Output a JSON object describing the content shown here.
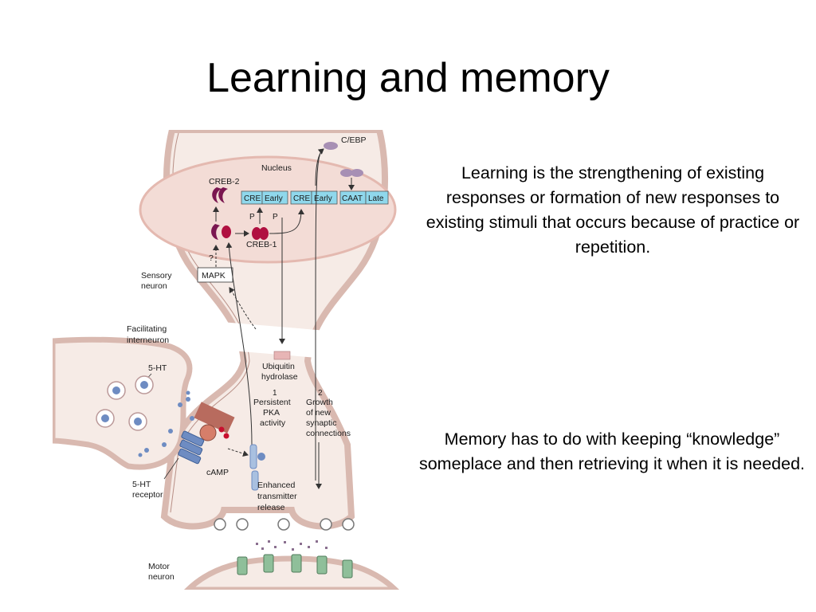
{
  "slide": {
    "title": "Learning and memory",
    "paragraph_1": "Learning is the strengthening of existing responses or formation of new responses to existing stimuli that occurs because of practice or repetition.",
    "paragraph_2": "Memory has to do with keeping “knowledge” someplace and then retrieving it when it is needed."
  },
  "diagram": {
    "labels": {
      "nucleus": "Nucleus",
      "creb2": "CREB-2",
      "cebp": "C/EBP",
      "creb1": "CREB-1",
      "p1": "P",
      "p2": "P",
      "question": "?",
      "mapk": "MAPK",
      "sensory_1": "Sensory",
      "sensory_2": "neuron",
      "facil_1": "Facilitating",
      "facil_2": "interneuron",
      "ht5": "5-HT",
      "ubiq_1": "Ubiquitin",
      "ubiq_2": "hydrolase",
      "pka_num": "1",
      "pka_1": "Persistent",
      "pka_2": "PKA",
      "pka_3": "activity",
      "growth_num": "2",
      "growth_1": "Growth",
      "growth_2": "of new",
      "growth_3": "synaptic",
      "growth_4": "connections",
      "camp": "cAMP",
      "receptor_1": "5-HT",
      "receptor_2": "receptor",
      "enh_1": "Enhanced",
      "enh_2": "transmitter",
      "enh_3": "release",
      "motor_1": "Motor",
      "motor_2": "neuron"
    },
    "gene_boxes": [
      "CRE",
      "Early",
      "CRE",
      "Early",
      "CAAT",
      "Late"
    ],
    "colors": {
      "membrane": "#e6cfc8",
      "cytoplasm": "#f6ebe6",
      "nucleus": "#f3dcd6",
      "gene_box": "#8fd8ec",
      "creb": "#7a1650",
      "cebp": "#a78fb4",
      "ubiquitin": "#e7b5b5",
      "receptor": "#6e8cc2",
      "pka": "#b86b5e"
    }
  }
}
